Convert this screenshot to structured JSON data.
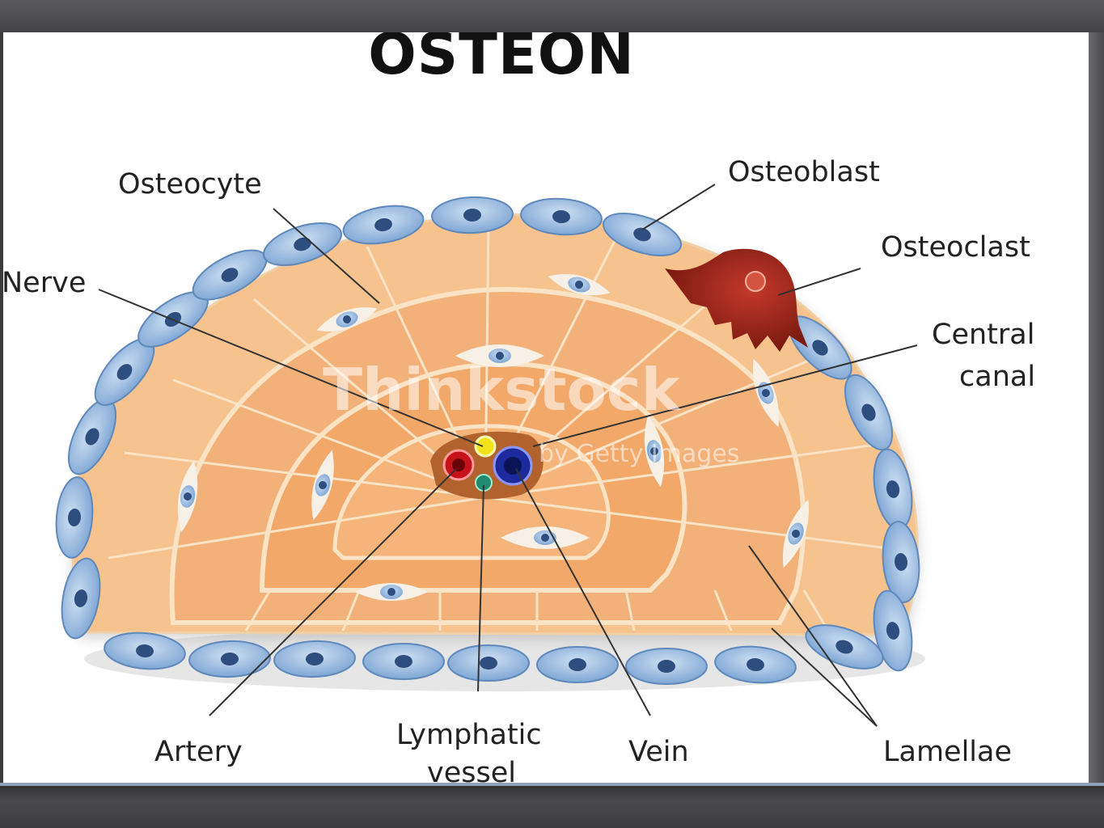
{
  "title": "OSTEON",
  "labels": {
    "osteocyte": "Osteocyte",
    "osteoblast": "Osteoblast",
    "osteoclast": "Osteoclast",
    "nerve": "Nerve",
    "central_canal_line1": "Central",
    "central_canal_line2": "canal",
    "artery": "Artery",
    "lymphatic_line1": "Lymphatic",
    "lymphatic_line2": "vessel",
    "vein": "Vein",
    "lamellae": "Lamellae"
  },
  "watermark": {
    "brand": "Thinkstock",
    "sub": "by Getty Images"
  },
  "colors": {
    "bone_outer": "#f6c28e",
    "bone_mid": "#f3b17a",
    "bone_inner": "#f1a868",
    "cell_blue": "#8fb4dc",
    "nucleus": "#2d4e7e",
    "osteoclast": "#8e1f14",
    "artery": "#c8121a",
    "vein": "#1c2a9c",
    "nerve": "#f2e21c",
    "lymphatic": "#1f8a6e"
  }
}
